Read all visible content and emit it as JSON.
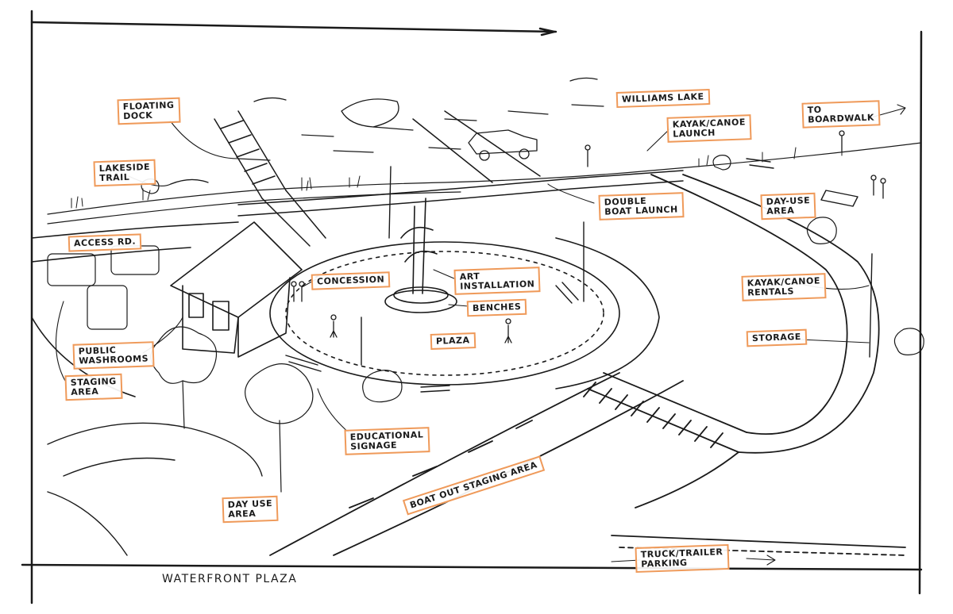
{
  "title": "WATERFRONT PLAZA",
  "labels": {
    "floating_dock": "FLOATING\nDOCK",
    "williams_lake": "WILLIAMS LAKE",
    "to_boardwalk": "TO\nBOARDWALK",
    "kayak_canoe_launch": "KAYAK/CANOE\nLAUNCH",
    "lakeside_trail": "LAKESIDE\nTRAIL",
    "double_boat_launch": "DOUBLE\nBOAT LAUNCH",
    "day_use_area_top": "DAY-USE\nAREA",
    "access_rd": "ACCESS RD.",
    "concession": "CONCESSION",
    "art_installation": "ART\nINSTALLATION",
    "benches": "BENCHES",
    "kayak_canoe_rentals": "KAYAK/CANOE\nRENTALS",
    "public_washrooms": "PUBLIC\nWASHROOMS",
    "plaza": "PLAZA",
    "storage": "STORAGE",
    "staging_area": "STAGING\nAREA",
    "educational_signage": "EDUCATIONAL\nSIGNAGE",
    "boat_out_staging_area": "BOAT OUT STAGING AREA",
    "day_use_area_bottom": "DAY USE\nAREA",
    "truck_trailer_parking": "TRUCK/TRAILER\nPARKING"
  }
}
